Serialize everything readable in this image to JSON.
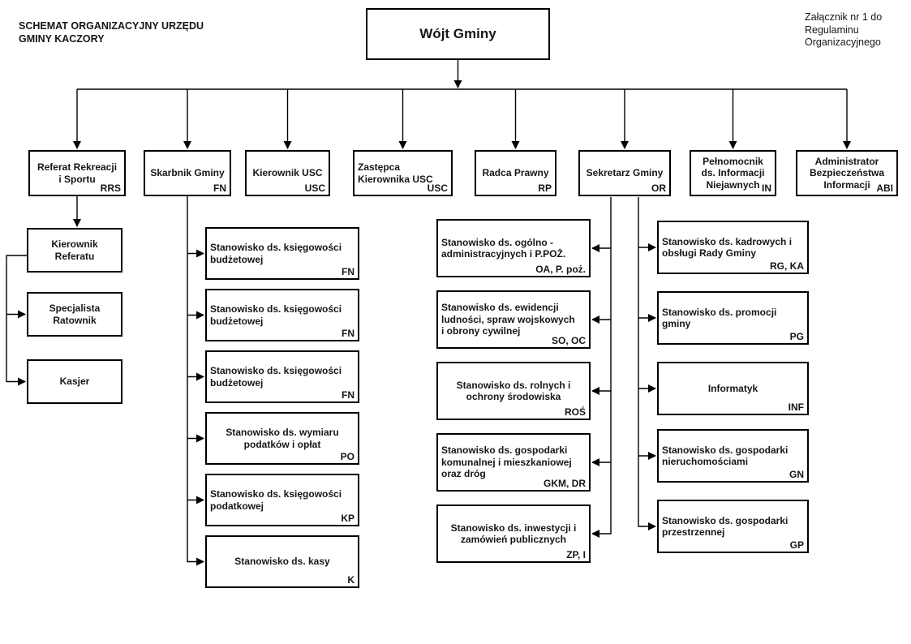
{
  "header": {
    "title": "SCHEMAT ORGANIZACYJNY URZĘDU\nGMINY KACZORY",
    "attachment_note": "Załącznik nr 1 do\nRegulaminu\nOrganizacyjnego"
  },
  "root": {
    "label": "Wójt Gminy"
  },
  "level2": [
    {
      "label": "Referat Rekreacji\ni Sportu",
      "code": "RRS",
      "align": "center"
    },
    {
      "label": "Skarbnik Gminy",
      "code": "FN",
      "align": "center"
    },
    {
      "label": "Kierownik USC",
      "code": "USC",
      "align": "center"
    },
    {
      "label": "Zastępca\nKierownika USC",
      "code": "USC",
      "align": "left"
    },
    {
      "label": "Radca Prawny",
      "code": "RP",
      "align": "center"
    },
    {
      "label": "Sekretarz Gminy",
      "code": "OR",
      "align": "center"
    },
    {
      "label": "Pełnomocnik\nds. Informacji\nNiejawnych",
      "code": "IN",
      "align": "center"
    },
    {
      "label": "Administrator\nBezpieczeństwa\nInformacji",
      "code": "ABI",
      "align": "center"
    }
  ],
  "rrs_staff": [
    {
      "label": "Kierownik\nReferatu",
      "align": "center"
    },
    {
      "label": "Specjalista\nRatownik",
      "align": "center"
    },
    {
      "label": "Kasjer",
      "align": "center"
    }
  ],
  "fn_staff": [
    {
      "label": "Stanowisko ds. księgowości\nbudżetowej",
      "code": "FN",
      "align": "left"
    },
    {
      "label": "Stanowisko ds. księgowości\nbudżetowej",
      "code": "FN",
      "align": "left"
    },
    {
      "label": "Stanowisko ds. księgowości\nbudżetowej",
      "code": "FN",
      "align": "left"
    },
    {
      "label": "Stanowisko ds. wymiaru\npodatków i opłat",
      "code": "PO",
      "align": "center"
    },
    {
      "label": "Stanowisko ds. księgowości\npodatkowej",
      "code": "KP",
      "align": "left"
    },
    {
      "label": "Stanowisko ds. kasy",
      "code": "K",
      "align": "center"
    }
  ],
  "or_staff_left": [
    {
      "label": "Stanowisko ds. ogólno -\nadministracyjnych i P.POŻ.",
      "code": "OA, P. poż.",
      "align": "left"
    },
    {
      "label": "Stanowisko ds. ewidencji\nludności, spraw wojskowych\ni obrony cywilnej",
      "code": "SO, OC",
      "align": "left"
    },
    {
      "label": "Stanowisko ds. rolnych i\nochrony środowiska",
      "code": "ROŚ",
      "align": "center"
    },
    {
      "label": "Stanowisko ds. gospodarki\nkomunalnej i mieszkaniowej\noraz dróg",
      "code": "GKM, DR",
      "align": "left"
    },
    {
      "label": "Stanowisko ds. inwestycji i\nzamówień publicznych",
      "code": "ZP, I",
      "align": "center"
    }
  ],
  "or_staff_right": [
    {
      "label": "Stanowisko ds. kadrowych i\nobsługi Rady Gminy",
      "code": "RG, KA",
      "align": "left"
    },
    {
      "label": "Stanowisko ds. promocji\ngminy",
      "code": "PG",
      "align": "left"
    },
    {
      "label": "Informatyk",
      "code": "INF",
      "align": "center"
    },
    {
      "label": "Stanowisko ds. gospodarki\nnieruchomościami",
      "code": "GN",
      "align": "left"
    },
    {
      "label": "Stanowisko ds. gospodarki\nprzestrzennej",
      "code": "GP",
      "align": "left"
    }
  ],
  "colors": {
    "line": "#000000",
    "box_border": "#000000",
    "text": "#161616",
    "background": "#ffffff"
  }
}
